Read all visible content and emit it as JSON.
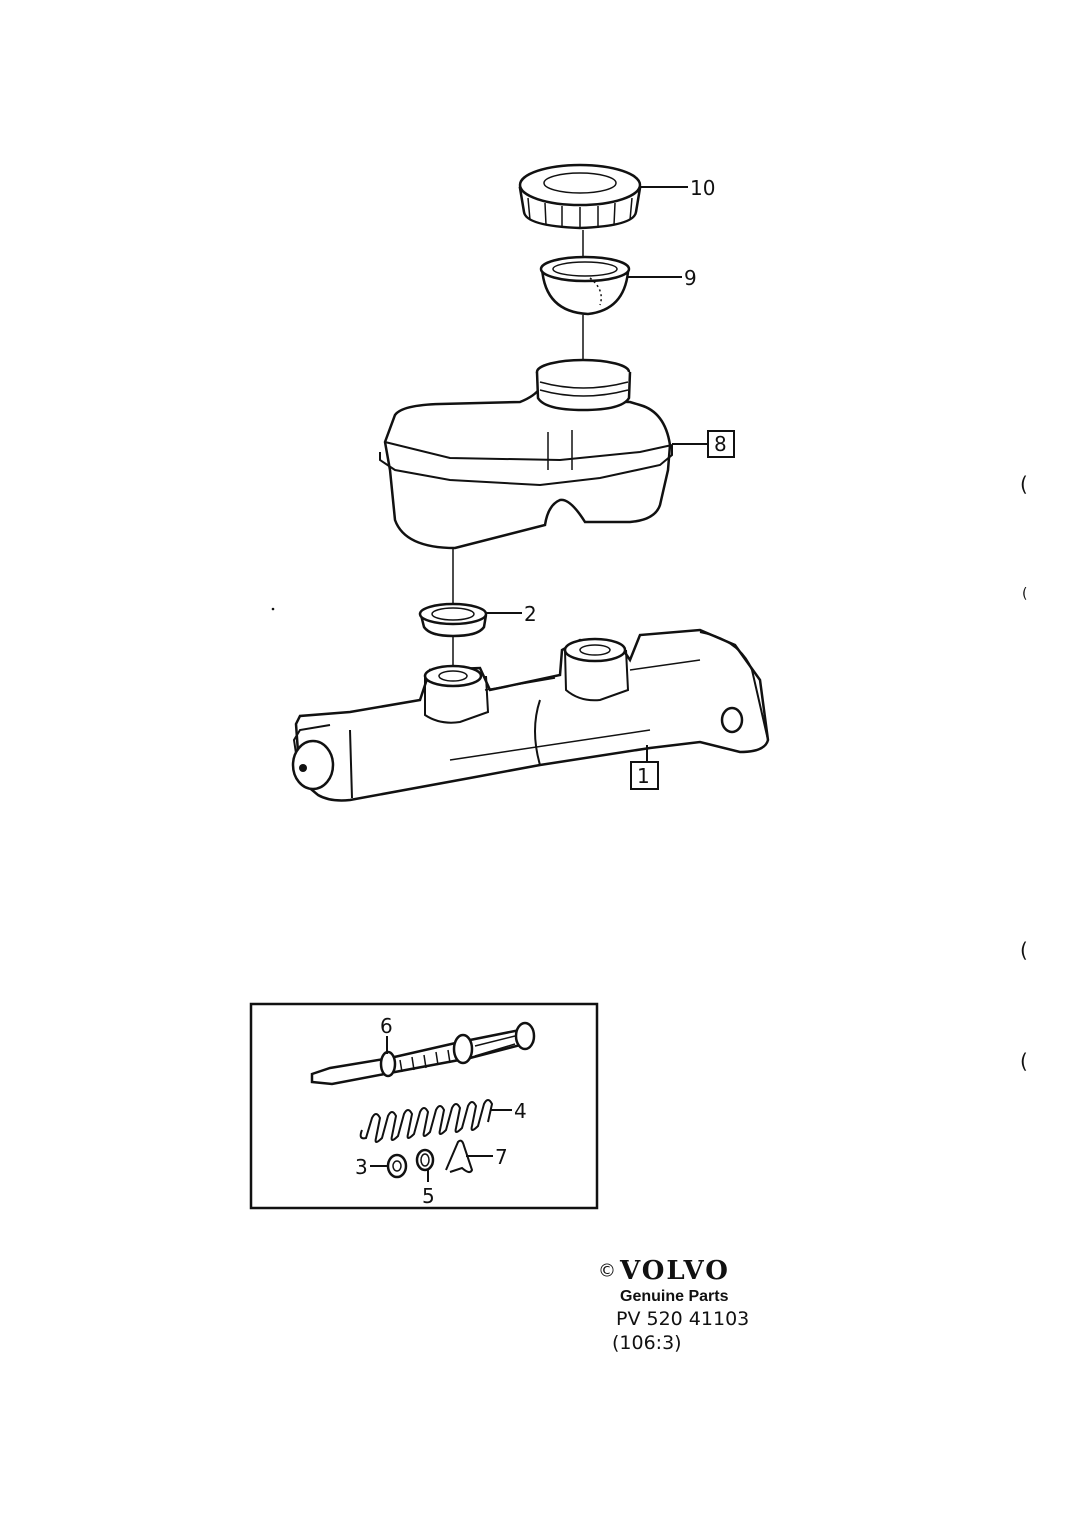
{
  "callouts": {
    "c10": "10",
    "c9": "9",
    "c8": "8",
    "c2": "2",
    "c1": "1",
    "c6": "6",
    "c4": "4",
    "c7": "7",
    "c3": "3",
    "c5": "5"
  },
  "footer": {
    "copyright": "©",
    "brand": "VOLVO",
    "genuine": "Genuine Parts",
    "part_number": "PV 520 41103",
    "reference": "(106:3)"
  },
  "margin_marks": [
    "(",
    "(",
    "(",
    "("
  ]
}
